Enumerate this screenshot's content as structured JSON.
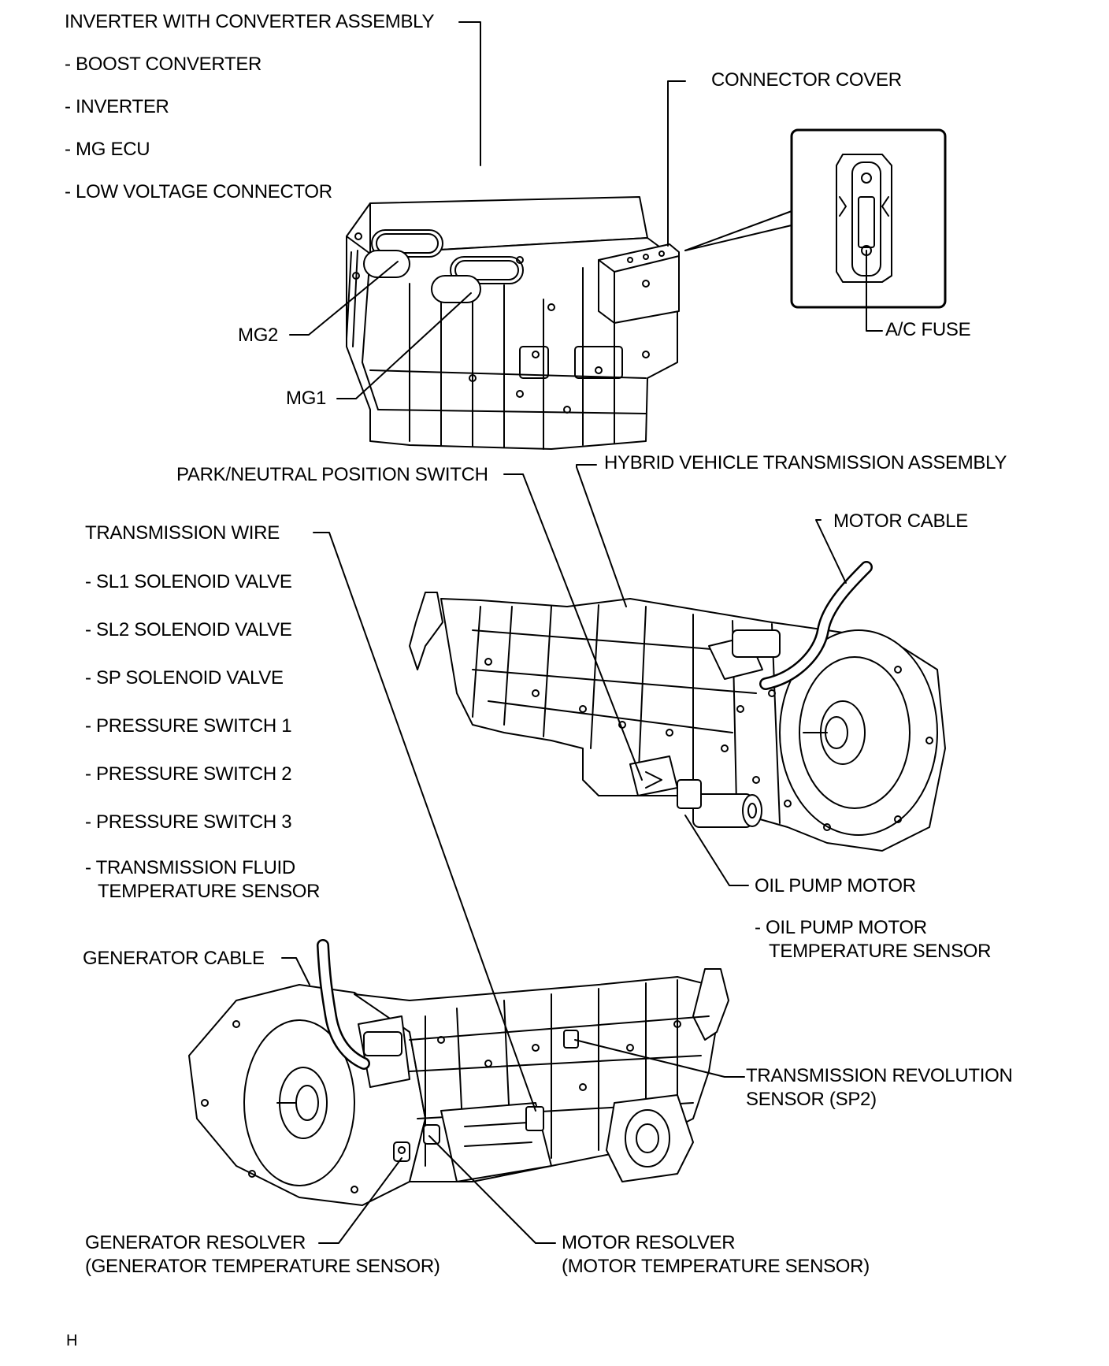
{
  "diagram": {
    "inverter": {
      "title": "INVERTER WITH CONVERTER ASSEMBLY",
      "items": [
        "- BOOST CONVERTER",
        "- INVERTER",
        "- MG ECU",
        "- LOW VOLTAGE CONNECTOR"
      ],
      "mg2": "MG2",
      "mg1": "MG1"
    },
    "connector_cover": "CONNECTOR COVER",
    "ac_fuse": "A/C FUSE",
    "hv_transmission": "HYBRID VEHICLE TRANSMISSION ASSEMBLY",
    "park_neutral": "PARK/NEUTRAL POSITION SWITCH",
    "transmission_wire": {
      "title": "TRANSMISSION WIRE",
      "items": [
        "- SL1 SOLENOID VALVE",
        "- SL2 SOLENOID VALVE",
        "- SP SOLENOID VALVE",
        "- PRESSURE SWITCH 1",
        "- PRESSURE SWITCH 2",
        "- PRESSURE SWITCH 3"
      ],
      "fluid_line1": "- TRANSMISSION FLUID",
      "fluid_line2": "TEMPERATURE SENSOR"
    },
    "motor_cable": "MOTOR CABLE",
    "oil_pump_motor": "OIL PUMP MOTOR",
    "oil_pump_temp_line1": "- OIL PUMP MOTOR",
    "oil_pump_temp_line2": "TEMPERATURE SENSOR",
    "generator_cable": "GENERATOR CABLE",
    "trans_rev_line1": "TRANSMISSION REVOLUTION",
    "trans_rev_line2": "SENSOR (SP2)",
    "gen_resolver_line1": "GENERATOR RESOLVER",
    "gen_resolver_line2": "(GENERATOR TEMPERATURE SENSOR)",
    "motor_resolver_line1": "MOTOR RESOLVER",
    "motor_resolver_line2": "(MOTOR TEMPERATURE SENSOR)",
    "corner_mark": "H"
  }
}
